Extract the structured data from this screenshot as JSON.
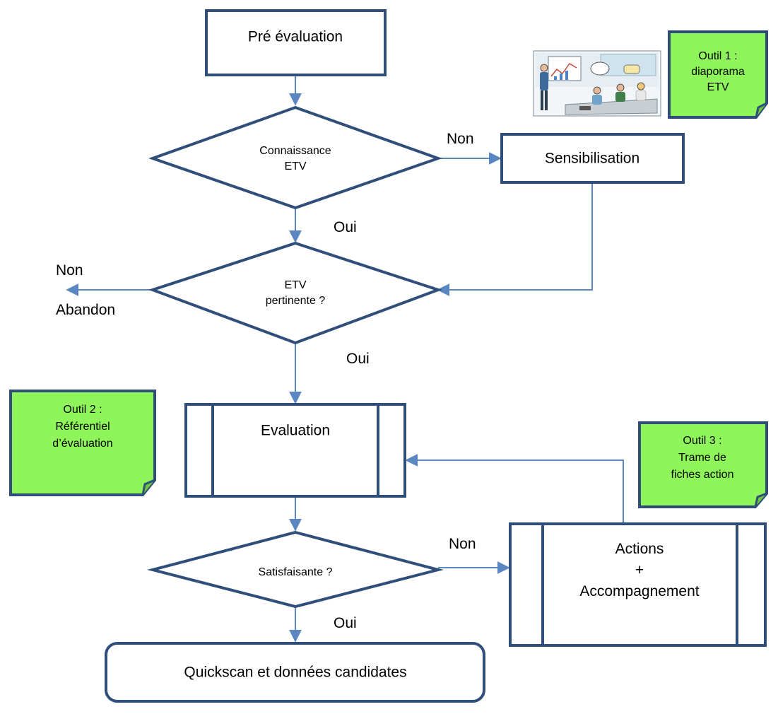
{
  "colors": {
    "shape_stroke": "#2f4f7a",
    "connector": "#5a86c2",
    "note_fill": "#8ef55a",
    "background": "#ffffff"
  },
  "nodes": {
    "pre_evaluation": "Pré évaluation",
    "connaissance": [
      "Connaissance",
      "ETV"
    ],
    "sensibilisation": "Sensibilisation",
    "etv_pertinente": [
      "ETV",
      "pertinente ?"
    ],
    "evaluation": "Evaluation",
    "satisfaisante": "Satisfaisante ?",
    "actions": [
      "Actions",
      "+",
      "Accompagnement"
    ],
    "quickscan": "Quickscan et données candidates"
  },
  "edge_labels": {
    "non_1": "Non",
    "oui_1": "Oui",
    "non_2": "Non",
    "abandon": "Abandon",
    "oui_2": "Oui",
    "non_3": "Non",
    "oui_3": "Oui"
  },
  "notes": {
    "outil1": [
      "Outil 1 :",
      "diaporama",
      "ETV"
    ],
    "outil2": [
      "Outil 2 :",
      "Référentiel",
      "d’évaluation"
    ],
    "outil3": [
      "Outil 3 :",
      "Trame de",
      "fiches action"
    ]
  },
  "illustration": {
    "icon": "meeting-presentation-illustration"
  }
}
